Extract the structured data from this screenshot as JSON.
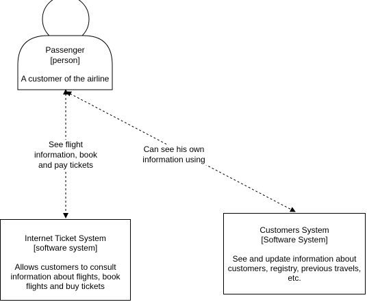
{
  "person": {
    "name": "Passenger",
    "type": "[person]",
    "description": "A customer of the airline"
  },
  "internet_ticket_system": {
    "name": "Internet Ticket System",
    "type": "[software system]",
    "description_lines": [
      "Allows customers to consult",
      "information about flights, book",
      "flights and buy tickets"
    ]
  },
  "customers_system": {
    "name": "Customers System",
    "type": "[Software System]",
    "description_lines": [
      "See and update information about",
      "customers, registry, previous travels,",
      "etc."
    ]
  },
  "relations": {
    "to_ticket_system": [
      "See flight",
      "information, book",
      "and pay tickets"
    ],
    "to_customers_system": [
      "Can see his own",
      "information using"
    ]
  },
  "colors": {
    "stroke": "#000000",
    "fill": "#ffffff"
  }
}
